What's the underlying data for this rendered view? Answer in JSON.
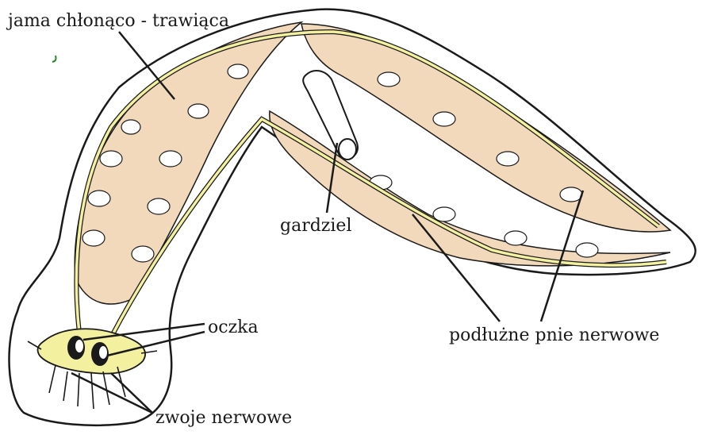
{
  "labels": {
    "digestive_cavity": "jama chłonąco - trawiąca",
    "pharynx": "gardziel",
    "eyes": "oczka",
    "nerve_cords": "podłużne pnie nerwowe",
    "ganglia": "zwoje nerwowe"
  },
  "colors": {
    "outline": "#1a1a1a",
    "gut": "#f2d9bb",
    "nerve": "#f3f0a0",
    "body": "#ffffff",
    "tick": "#1f8a1f"
  }
}
